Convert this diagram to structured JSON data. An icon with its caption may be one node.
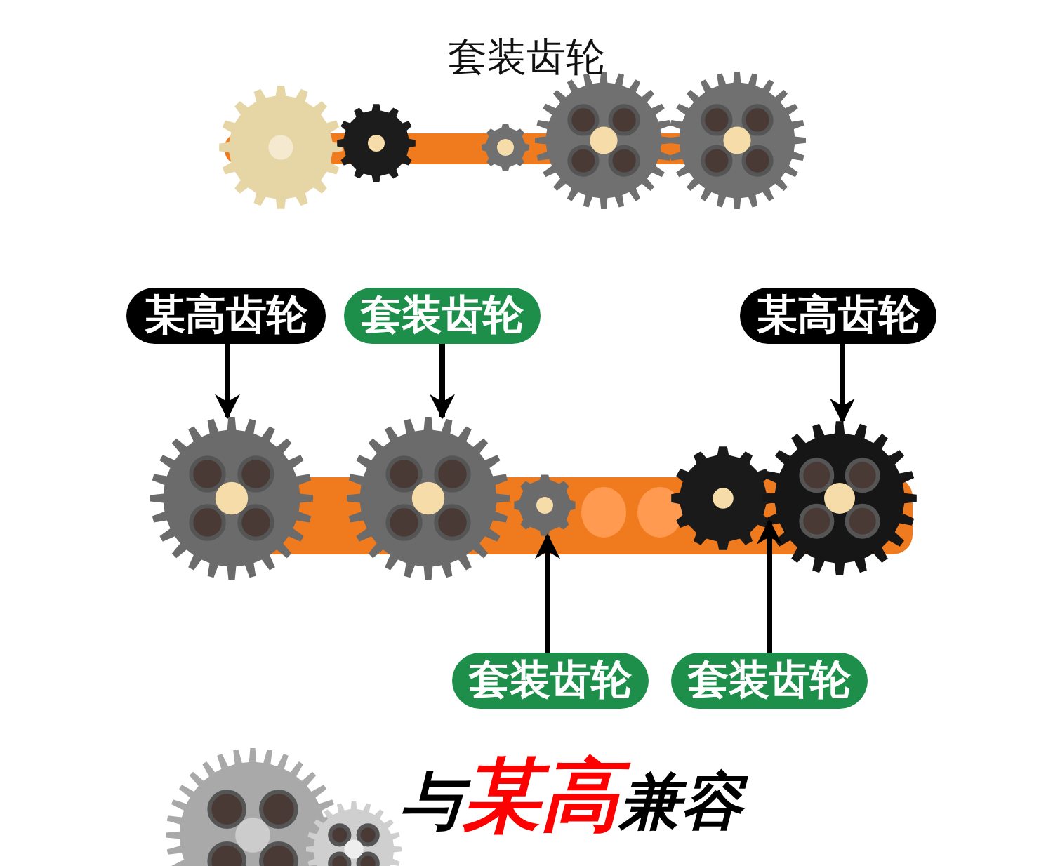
{
  "diagram": {
    "nodes": [
      {
        "text": [
          "某高齿轮"
        ]
      },
      {
        "text": [
          "套装齿轮"
        ]
      },
      {
        "text": [
          "某高齿轮"
        ]
      },
      {
        "text": [],
        "shape": "picture"
      },
      {
        "text": [],
        "shape": "picture"
      },
      {
        "text": [],
        "shape": "picture"
      },
      {
        "text": [],
        "shape": "picture"
      },
      {
        "text": [],
        "shape": "picture"
      },
      {
        "text": [
          "套装齿轮"
        ]
      },
      {
        "text": [
          "套装齿轮"
        ]
      }
    ],
    "edges": [
      {
        "from": 0,
        "to": 3,
        "arrow": "to"
      },
      {
        "from": 1,
        "to": 4,
        "arrow": "to"
      },
      {
        "from": 2,
        "to": 7,
        "arrow": "to"
      },
      {
        "from": 8,
        "to": 5,
        "arrow": "to"
      },
      {
        "from": 9,
        "to": 6,
        "arrow": "to"
      }
    ],
    "labels": [
      "套装齿轮",
      "与**某高**兼容"
    ]
  }
}
